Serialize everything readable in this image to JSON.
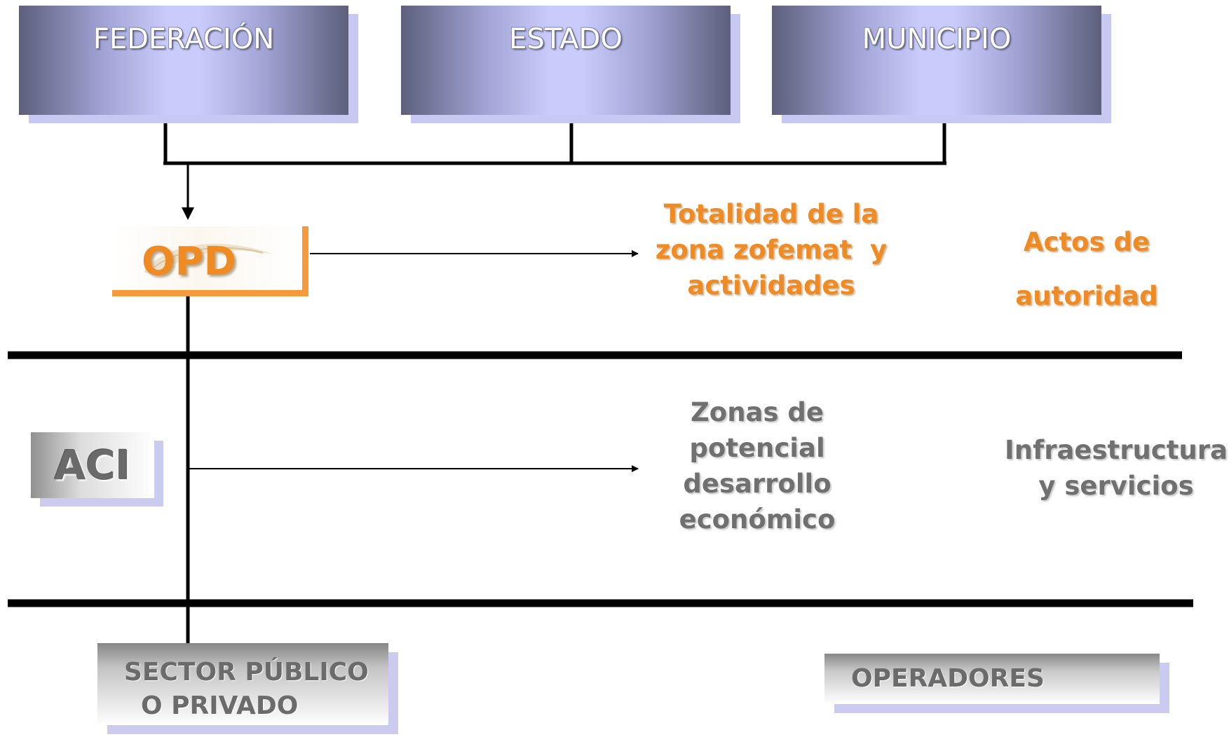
{
  "top_level": {
    "federacion": "FEDERACIÓN",
    "estado": "ESTADO",
    "municipio": "MUNICIPIO"
  },
  "opd": {
    "label": "OPD",
    "description_lines": [
      "Totalidad de la",
      "zona zofemat  y",
      "actividades"
    ],
    "role_lines": [
      "Actos de",
      "autoridad"
    ]
  },
  "aci": {
    "label": "ACI",
    "description_lines": [
      "Zonas de",
      "potencial",
      "desarrollo",
      "económico"
    ],
    "role_lines": [
      "Infraestructura",
      "y servicios"
    ]
  },
  "bottom": {
    "sector_lines": [
      "SECTOR PÚBLICO",
      "O PRIVADO"
    ],
    "operadores": "OPERADORES"
  },
  "colors": {
    "accent_orange": "#f08a22",
    "opd_border": "#f79a3c",
    "text_gray": "#707070",
    "box_shadow_lavender": "#c8c9f2",
    "line_black": "#000000"
  }
}
